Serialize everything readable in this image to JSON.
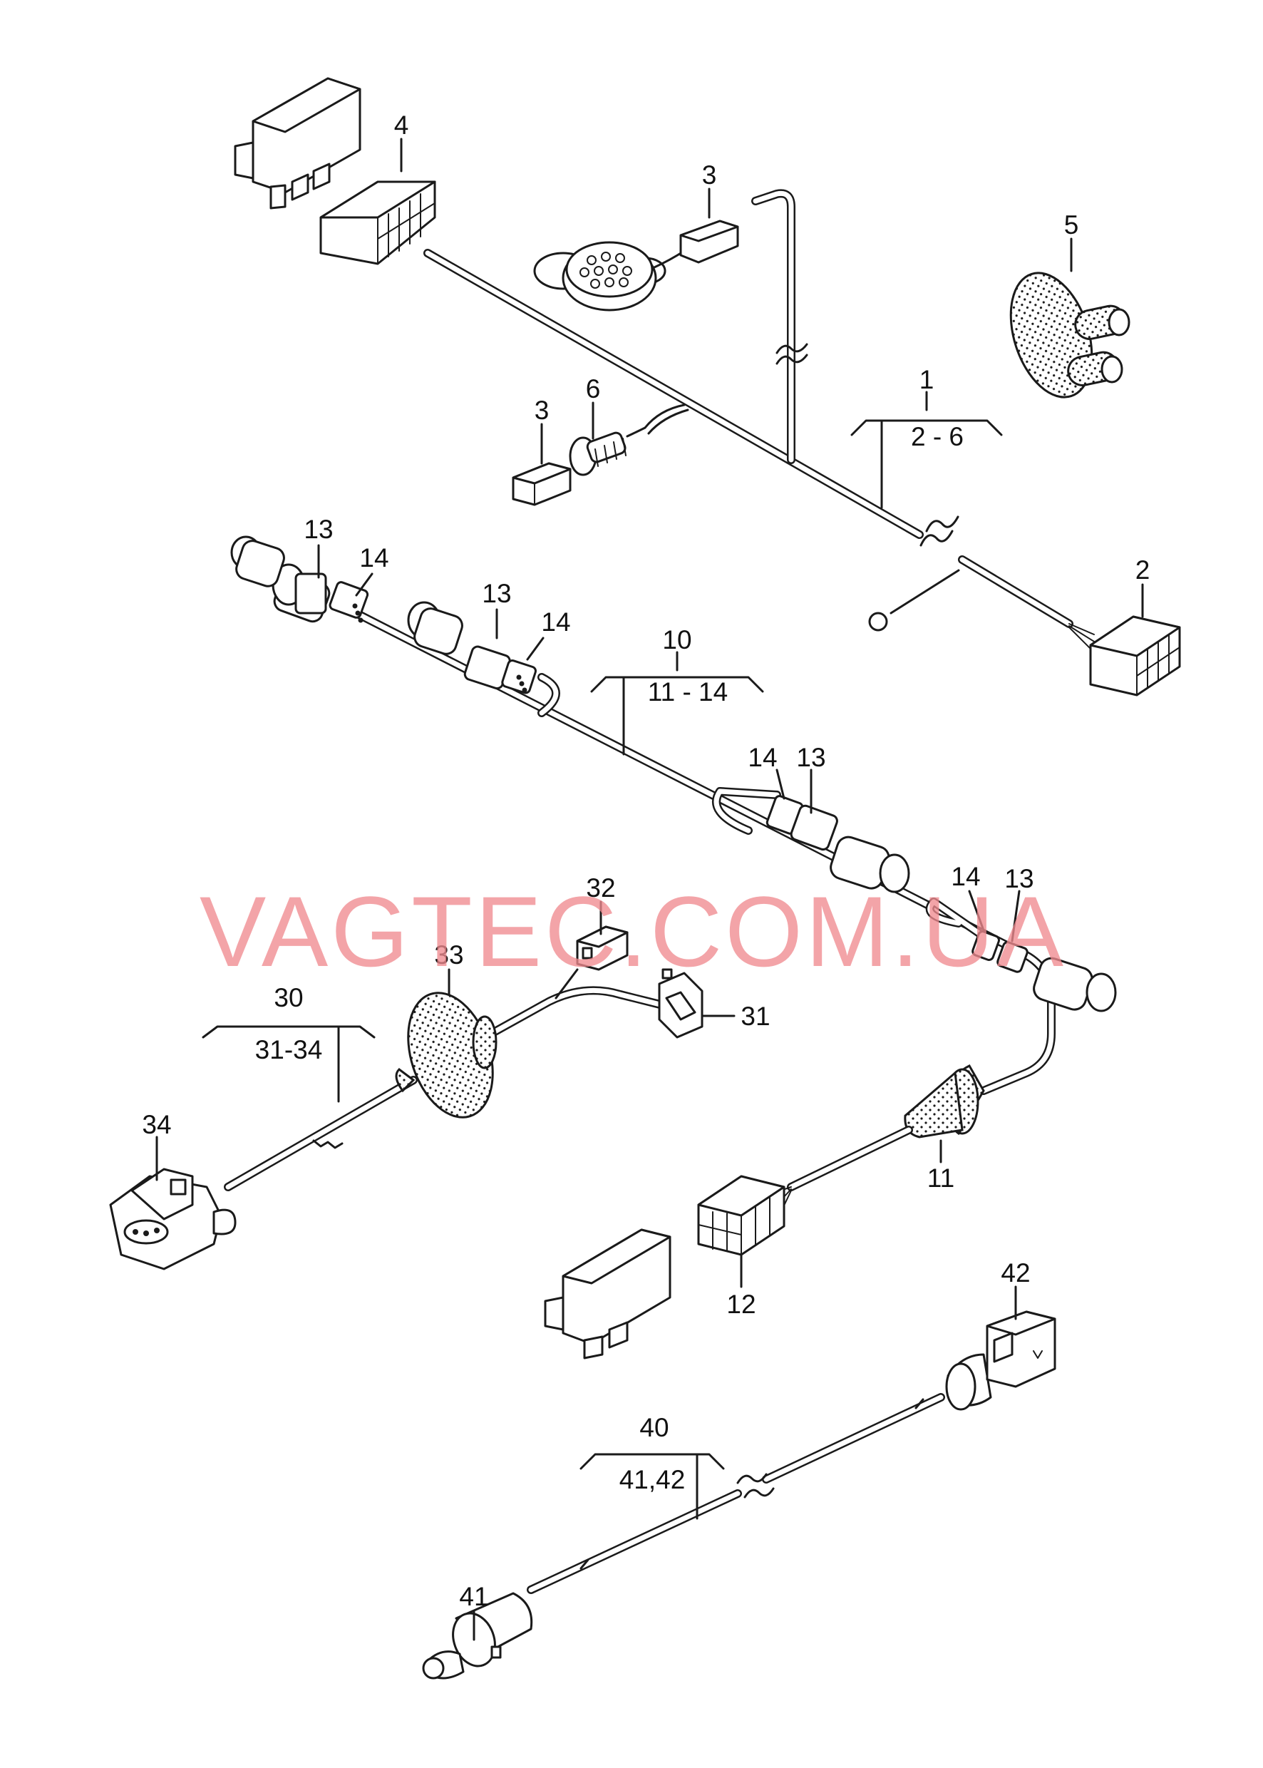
{
  "watermark": "VAGTEC.COM.UA",
  "callouts": {
    "c1": "1",
    "c1_range": "2 - 6",
    "c2": "2",
    "c3a": "3",
    "c3b": "3",
    "c4": "4",
    "c5": "5",
    "c6": "6",
    "c10": "10",
    "c10_range": "11 - 14",
    "c11": "11",
    "c12": "12",
    "c13a": "13",
    "c13b": "13",
    "c13c": "13",
    "c13d": "13",
    "c14a": "14",
    "c14b": "14",
    "c14c": "14",
    "c14d": "14",
    "c30": "30",
    "c30_range": "31-34",
    "c31": "31",
    "c32": "32",
    "c33": "33",
    "c34": "34",
    "c40": "40",
    "c40_range": "41,42",
    "c41": "41",
    "c42": "42"
  }
}
